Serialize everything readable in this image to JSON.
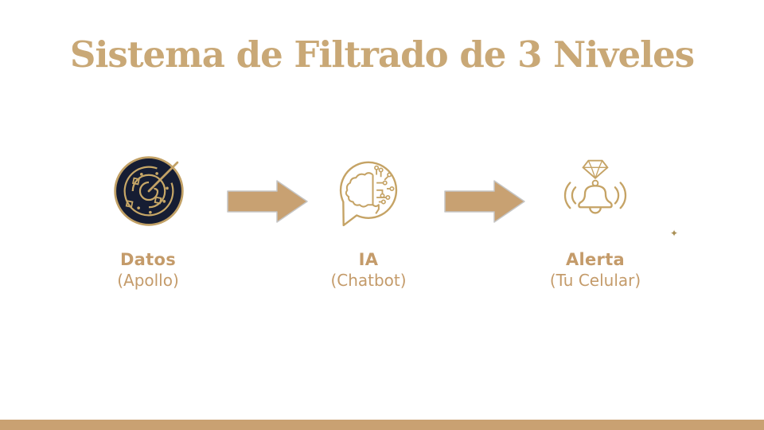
{
  "slide": {
    "title": "Sistema de Filtrado de 3 Niveles",
    "steps": [
      {
        "icon": "radar-icon",
        "label": "Datos",
        "sublabel": "(Apollo)"
      },
      {
        "icon": "chatbot-brain-icon",
        "label": "IA",
        "sublabel": "(Chatbot)"
      },
      {
        "icon": "alert-bell-icon",
        "label": "Alerta",
        "sublabel": "(Tu Celular)"
      }
    ],
    "connectors": [
      {
        "name": "arrow-right",
        "from": "Datos",
        "to": "IA"
      },
      {
        "name": "arrow-right",
        "from": "IA",
        "to": "Alerta"
      }
    ],
    "decorations": {
      "sparkle": "✦"
    },
    "colors": {
      "background": "#FFFFFF",
      "title_gold": "#C9A876",
      "label_gold": "#C49B6A",
      "icon_gold": "#C2A166",
      "radar_dark": "#161D33",
      "arrow_fill": "#C8A172",
      "arrow_stroke": "#C6C6C6",
      "footer_bar": "#C9A172"
    }
  }
}
